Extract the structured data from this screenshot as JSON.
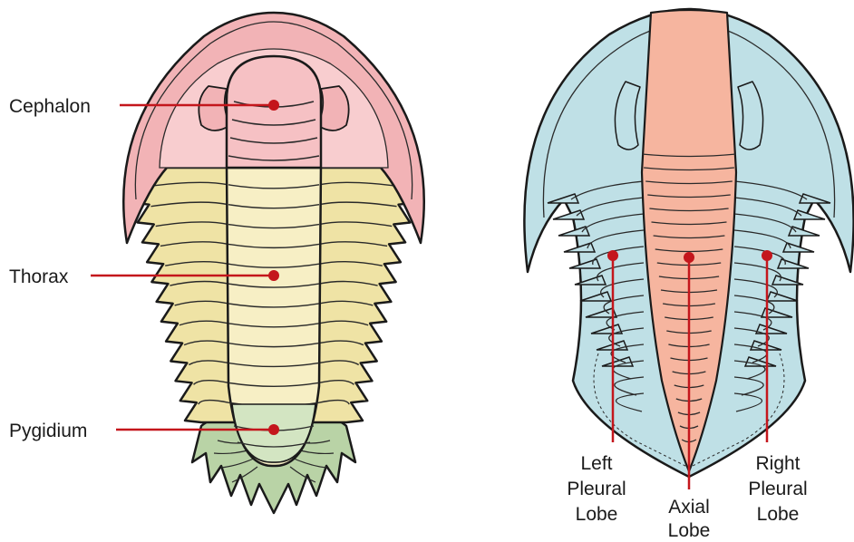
{
  "left_diagram": {
    "labels": {
      "cephalon": "Cephalon",
      "thorax": "Thorax",
      "pygidium": "Pygidium"
    },
    "colors": {
      "cephalon": "#f2b3b6",
      "cephalon_light": "#f8cdcf",
      "thorax": "#efe3a5",
      "thorax_light": "#f7efc5",
      "pygidium": "#b9d3a6",
      "pygidium_light": "#d3e5c2"
    }
  },
  "right_diagram": {
    "labels": {
      "left_pleural_lobe": [
        "Left",
        "Pleural",
        "Lobe"
      ],
      "axial_lobe": [
        "Axial",
        "Lobe"
      ],
      "right_pleural_lobe": [
        "Right",
        "Pleural",
        "Lobe"
      ]
    },
    "colors": {
      "pleural": "#bfe0e6",
      "axial": "#f6b59f"
    }
  },
  "pointer_color": "#c4161c",
  "outline_color": "#1a1a1a"
}
